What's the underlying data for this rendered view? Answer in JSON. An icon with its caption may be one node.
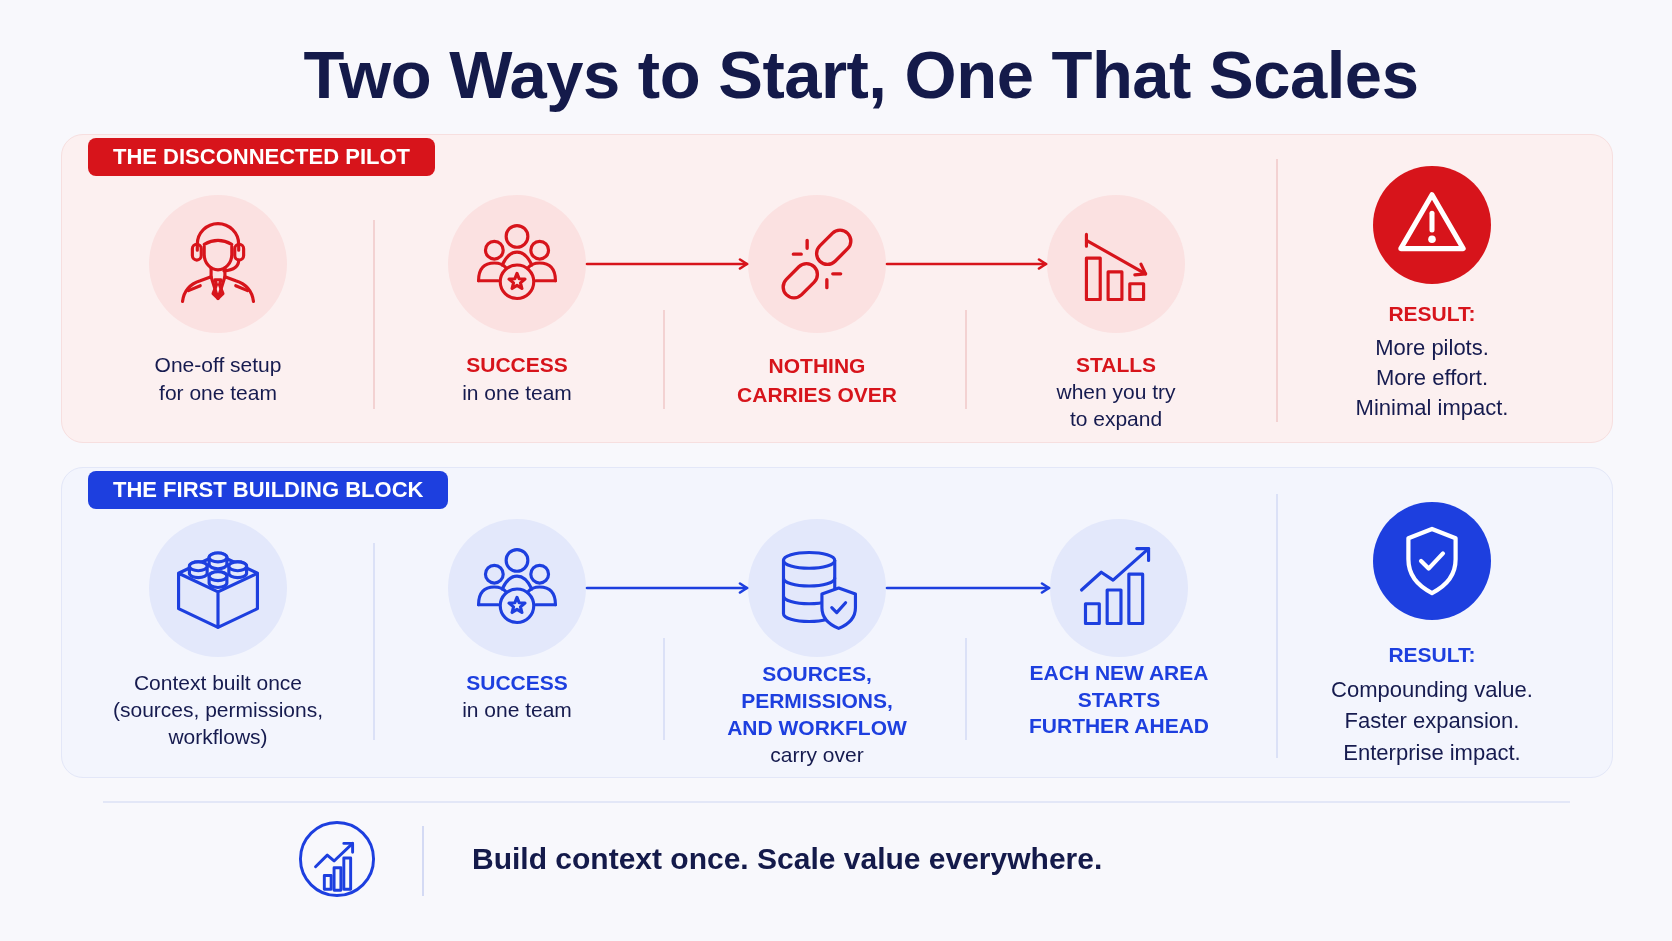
{
  "diagram": {
    "title": "Two Ways to Start, One That Scales",
    "nodes": [
      {
        "text": [
          "THE DISCONNECTED PILOT"
        ]
      },
      {
        "text": [
          "One-off setup for one team"
        ],
        "in": 0
      },
      {
        "text": [
          "SUCCESS",
          "in one team"
        ],
        "in": 0
      },
      {
        "text": [
          "NOTHING CARRIES OVER"
        ],
        "in": 0
      },
      {
        "text": [
          "STALLS",
          "when you try to expand"
        ],
        "in": 0
      },
      {
        "text": [
          "RESULT:",
          "More pilots.",
          "More effort.",
          "Minimal impact."
        ],
        "in": 0
      },
      {
        "text": [
          "THE FIRST BUILDING BLOCK"
        ]
      },
      {
        "text": [
          "Context built once (sources, permissions, workflows)"
        ],
        "in": 6
      },
      {
        "text": [
          "SUCCESS",
          "in one team"
        ],
        "in": 6
      },
      {
        "text": [
          "SOURCES, PERMISSIONS, AND WORKFLOW",
          "carry over"
        ],
        "in": 6
      },
      {
        "text": [
          "EACH NEW AREA STARTS FURTHER AHEAD"
        ],
        "in": 6
      },
      {
        "text": [
          "RESULT:",
          "Compounding value.",
          "Faster expansion.",
          "Enterprise impact."
        ],
        "in": 6
      }
    ],
    "edges": [
      {
        "from": 2,
        "to": 3,
        "arrow": "to"
      },
      {
        "from": 3,
        "to": 4,
        "arrow": "to"
      },
      {
        "from": 8,
        "to": 9,
        "arrow": "to",
        "color": "#1d3fdf"
      },
      {
        "from": 9,
        "to": 10,
        "arrow": "to",
        "color": "#1d3fdf"
      }
    ],
    "labels": [
      "Build context once. Scale value everywhere."
    ]
  }
}
